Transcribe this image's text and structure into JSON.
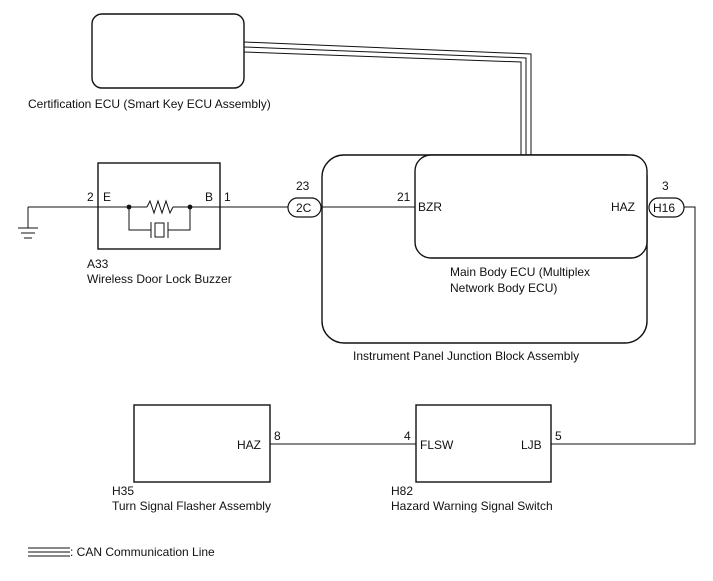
{
  "components": {
    "certification_ecu": {
      "label": "Certification ECU (Smart Key ECU Assembly)"
    },
    "buzzer": {
      "code": "A33",
      "label": "Wireless Door Lock Buzzer",
      "pin_left": {
        "num": "2",
        "name": "E"
      },
      "pin_right": {
        "num": "1",
        "name": "B"
      }
    },
    "junction_block": {
      "label": "Instrument Panel Junction Block Assembly"
    },
    "main_body_ecu": {
      "label_line1": "Main Body ECU (Multiplex",
      "label_line2": "Network Body ECU)",
      "pin_bzr": {
        "num": "21",
        "name": "BZR"
      },
      "pin_haz": {
        "name": "HAZ"
      }
    },
    "connector_2c": {
      "label": "2C",
      "pin": "23"
    },
    "connector_h16": {
      "label": "H16",
      "pin": "3"
    },
    "flasher": {
      "code": "H35",
      "label": "Turn Signal Flasher Assembly",
      "pin_haz": {
        "num": "8",
        "name": "HAZ"
      }
    },
    "hazard_switch": {
      "code": "H82",
      "label": "Hazard Warning Signal Switch",
      "pin_flsw": {
        "num": "4",
        "name": "FLSW"
      },
      "pin_ljb": {
        "num": "5",
        "name": "LJB"
      }
    }
  },
  "legend": {
    "can_line": ": CAN Communication Line"
  }
}
